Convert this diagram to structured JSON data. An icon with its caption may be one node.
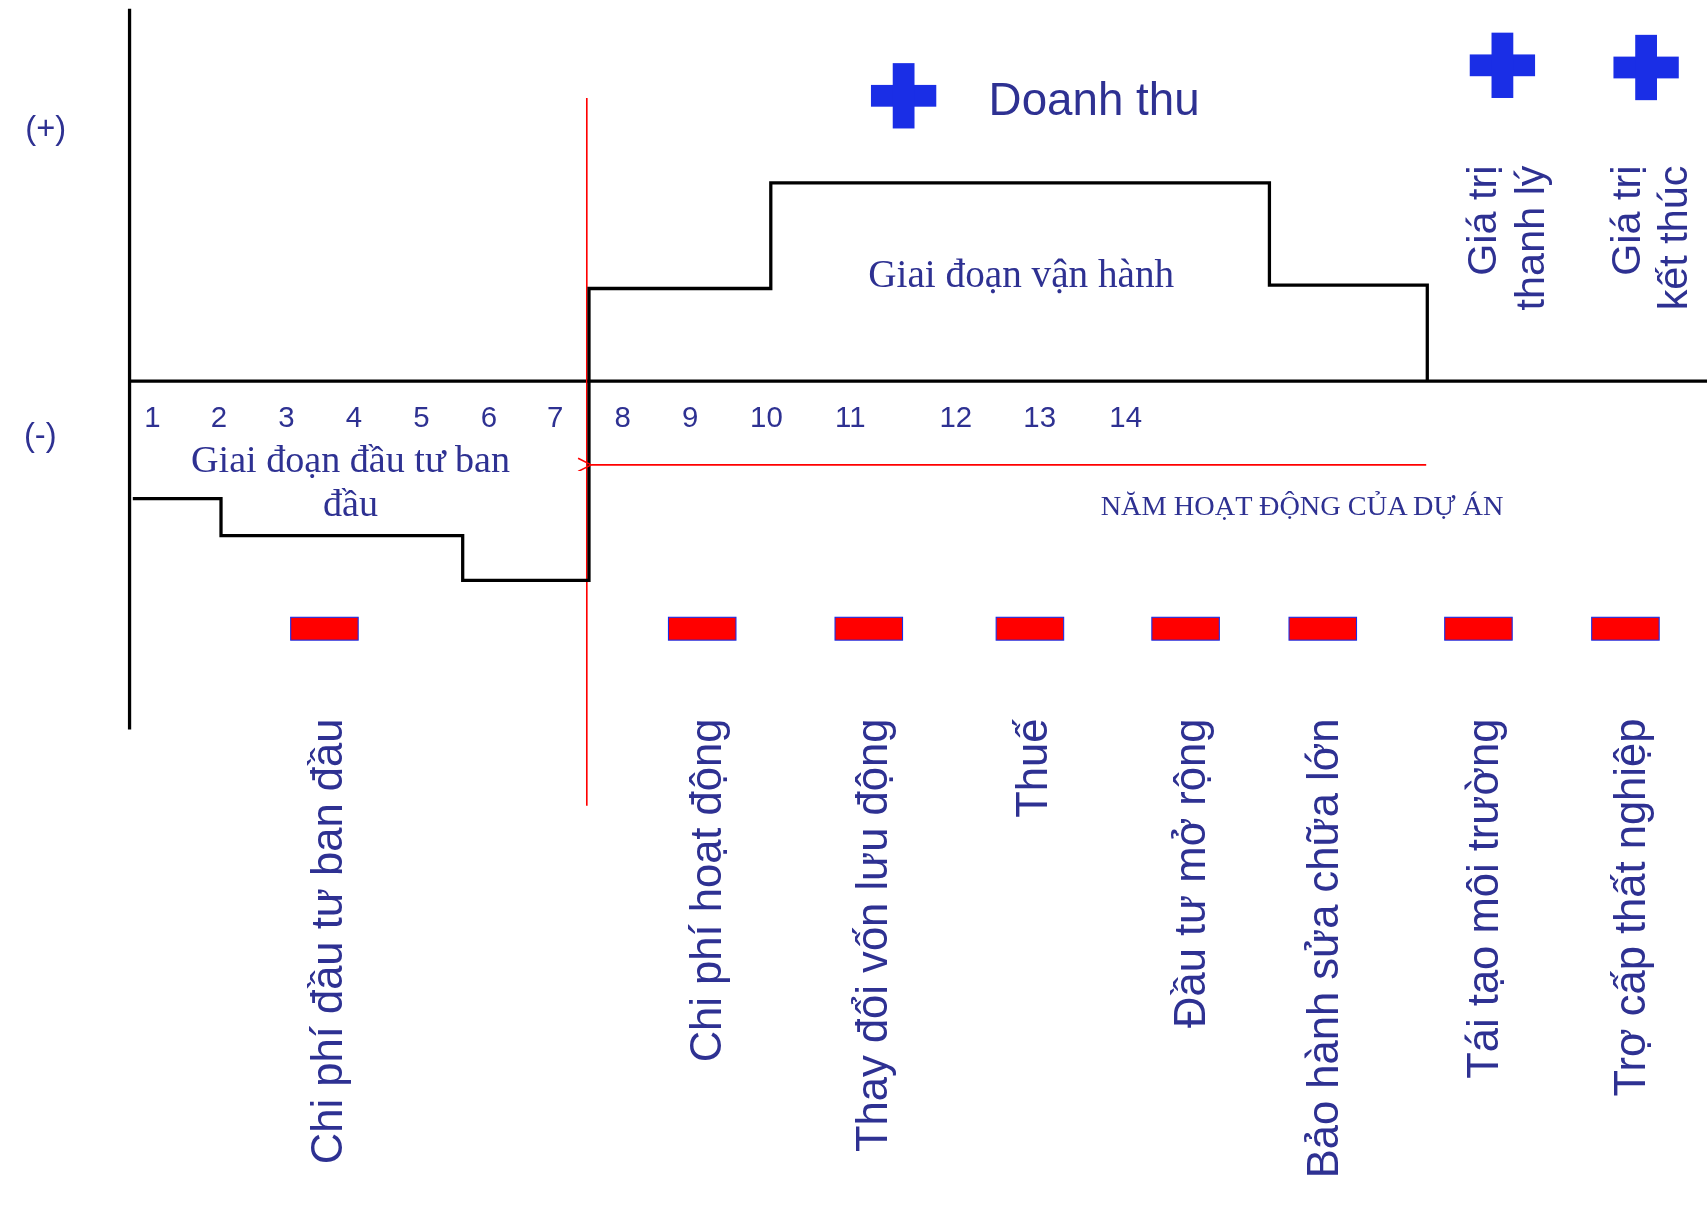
{
  "diagram": {
    "labels": [
      "Doanh thu",
      "(+)",
      "Giá trị thanh lý",
      "Giá trị kết thúc",
      "Giai đoạn vận hành",
      "(-)",
      "1",
      "2",
      "3",
      "4",
      "5",
      "6",
      "7",
      "8",
      "9",
      "10",
      "11",
      "12",
      "13",
      "14",
      "Giai đoạn đầu tư ban đầu",
      "NĂM HOẠT ĐỘNG CỦA DỰ ÁN",
      "Chi phí đầu tư ban đầu",
      "Chi phí hoạt động",
      "Thay đổi vốn lưu động",
      "Thuế",
      "Đầu tư mở rộng",
      "Bảo hành sửa chữa lớn",
      "Tái tạo môi trường",
      "Trợ cấp thất nghiệp"
    ]
  }
}
